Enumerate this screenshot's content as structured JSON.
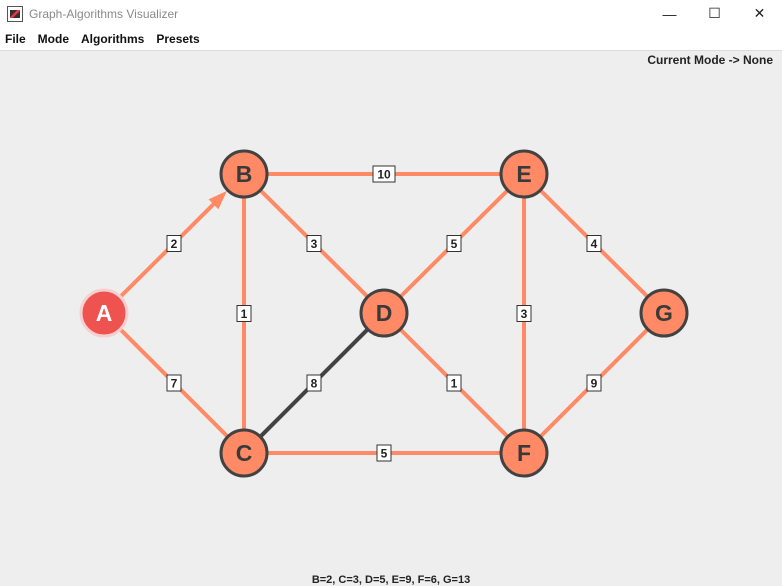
{
  "window": {
    "title": "Graph-Algorithms Visualizer",
    "controls": [
      "—",
      "☐",
      "✕"
    ]
  },
  "menu": {
    "items": [
      "File",
      "Mode",
      "Algorithms",
      "Presets"
    ]
  },
  "status": {
    "mode_label": "Current Mode -> None",
    "result": "B=2, C=3, D=5, E=9, F=6, G=13"
  },
  "colors": {
    "node_fill": "#ff8a65",
    "start_node_fill": "#ef5350",
    "node_stroke": "#424242",
    "start_node_stroke": "#f5d0d0",
    "edge": "#ff8a65",
    "highlighted_edge": "#424242"
  },
  "graph": {
    "nodes": [
      {
        "id": "A",
        "label": "A",
        "start": true
      },
      {
        "id": "B",
        "label": "B"
      },
      {
        "id": "C",
        "label": "C"
      },
      {
        "id": "D",
        "label": "D"
      },
      {
        "id": "E",
        "label": "E"
      },
      {
        "id": "F",
        "label": "F"
      },
      {
        "id": "G",
        "label": "G"
      }
    ],
    "edges": [
      {
        "from": "A",
        "to": "B",
        "weight": "2",
        "directed": true
      },
      {
        "from": "A",
        "to": "C",
        "weight": "7"
      },
      {
        "from": "B",
        "to": "C",
        "weight": "1"
      },
      {
        "from": "B",
        "to": "D",
        "weight": "3"
      },
      {
        "from": "B",
        "to": "E",
        "weight": "10"
      },
      {
        "from": "C",
        "to": "D",
        "weight": "8",
        "highlighted": true
      },
      {
        "from": "C",
        "to": "F",
        "weight": "5"
      },
      {
        "from": "D",
        "to": "E",
        "weight": "5"
      },
      {
        "from": "D",
        "to": "F",
        "weight": "1"
      },
      {
        "from": "E",
        "to": "F",
        "weight": "3"
      },
      {
        "from": "E",
        "to": "G",
        "weight": "4"
      },
      {
        "from": "F",
        "to": "G",
        "weight": "9"
      }
    ]
  }
}
